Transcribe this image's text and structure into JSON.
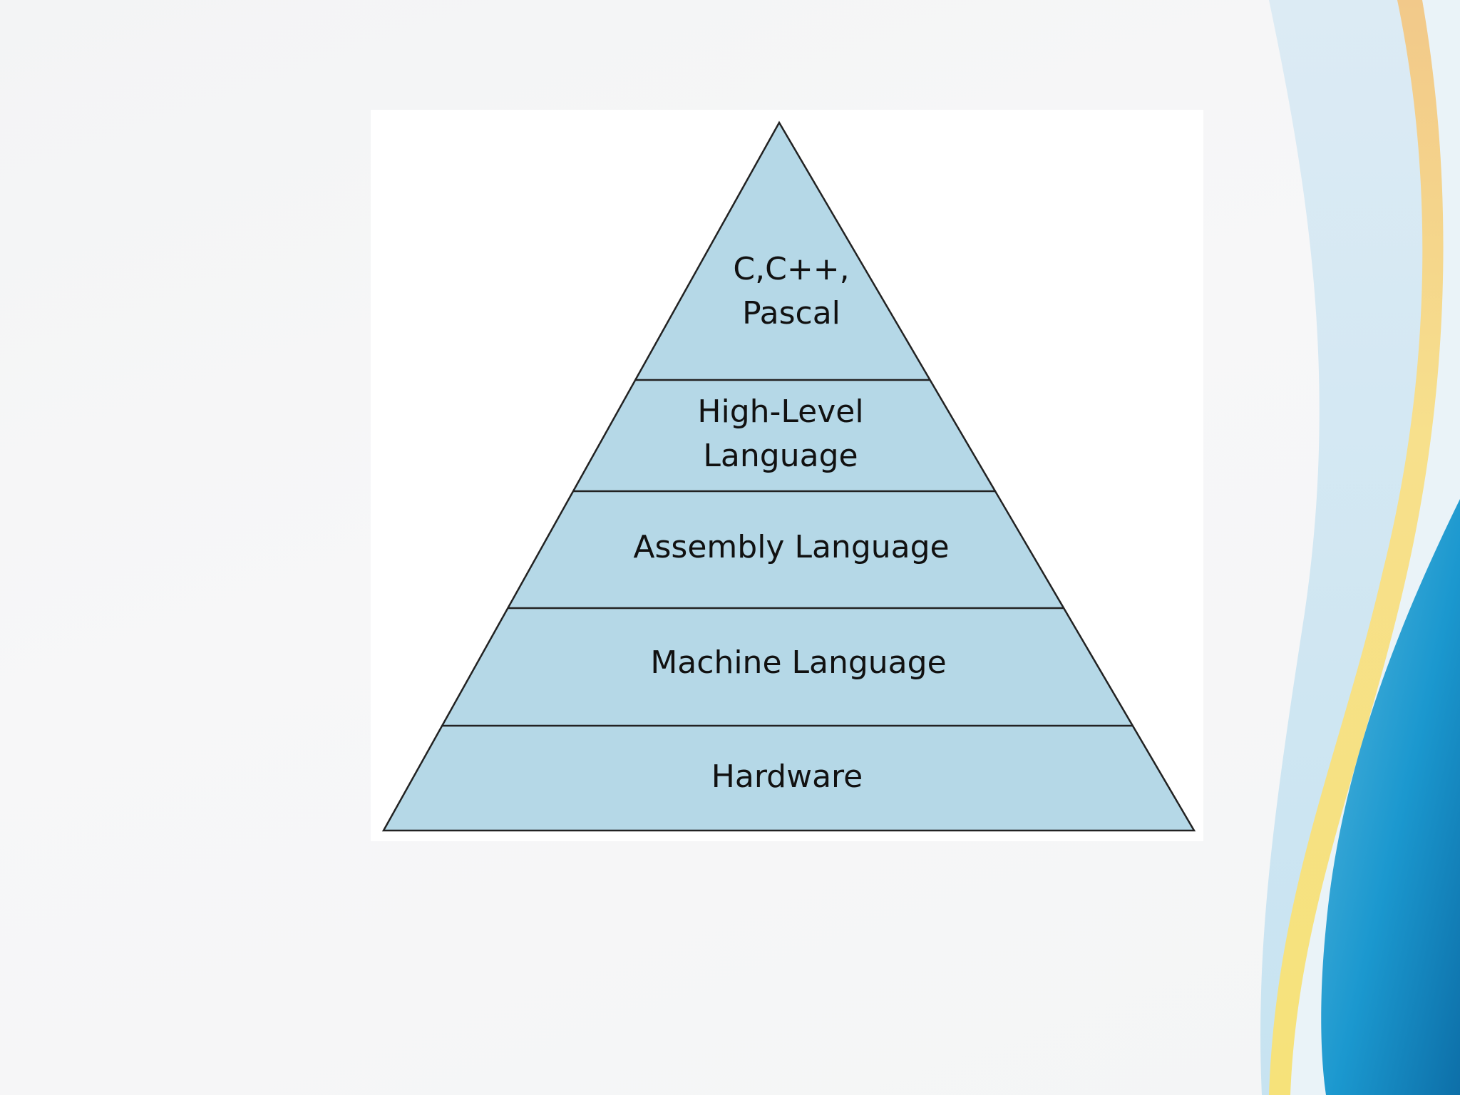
{
  "diagram": {
    "layers": [
      {
        "lines": [
          "C,C++,",
          "Pascal"
        ]
      },
      {
        "lines": [
          "High-Level",
          "Language"
        ]
      },
      {
        "lines": [
          "Assembly Language"
        ]
      },
      {
        "lines": [
          "Machine Language"
        ]
      },
      {
        "lines": [
          "Hardware"
        ]
      }
    ]
  },
  "colors": {
    "pyramid_fill": "#b5d8e7",
    "pyramid_stroke": "#222222",
    "panel_background": "#ffffff",
    "accent_gold": "#f6d77a",
    "accent_blue": "#1e8fc4",
    "accent_light_blue": "#cfe6f2"
  }
}
